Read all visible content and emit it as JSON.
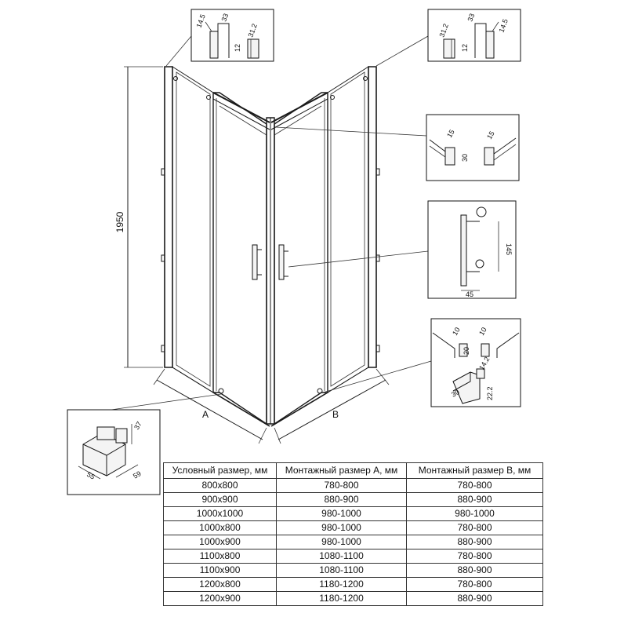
{
  "diagram": {
    "labels": {
      "height": "1950",
      "side_a": "A",
      "side_b": "B"
    },
    "details": {
      "top_left": [
        "14.5",
        "33",
        "31.2",
        "12"
      ],
      "top_right": [
        "31.2",
        "33",
        "14.5",
        "12"
      ],
      "top_profile": [
        "15",
        "30",
        "15"
      ],
      "handle": [
        "145",
        "45"
      ],
      "bottom_guide": [
        "10",
        "20",
        "10",
        "14.2",
        "22.2",
        "30"
      ],
      "bottom_block": [
        "37",
        "55",
        "59"
      ]
    }
  },
  "table": {
    "headers": [
      "Условный размер, мм",
      "Монтажный размер A, мм",
      "Монтажный размер B, мм"
    ],
    "rows": [
      [
        "800x800",
        "780-800",
        "780-800"
      ],
      [
        "900x900",
        "880-900",
        "880-900"
      ],
      [
        "1000x1000",
        "980-1000",
        "980-1000"
      ],
      [
        "1000x800",
        "980-1000",
        "780-800"
      ],
      [
        "1000x900",
        "980-1000",
        "880-900"
      ],
      [
        "1100x800",
        "1080-1100",
        "780-800"
      ],
      [
        "1100x900",
        "1080-1100",
        "880-900"
      ],
      [
        "1200x800",
        "1180-1200",
        "780-800"
      ],
      [
        "1200x900",
        "1180-1200",
        "880-900"
      ]
    ]
  }
}
